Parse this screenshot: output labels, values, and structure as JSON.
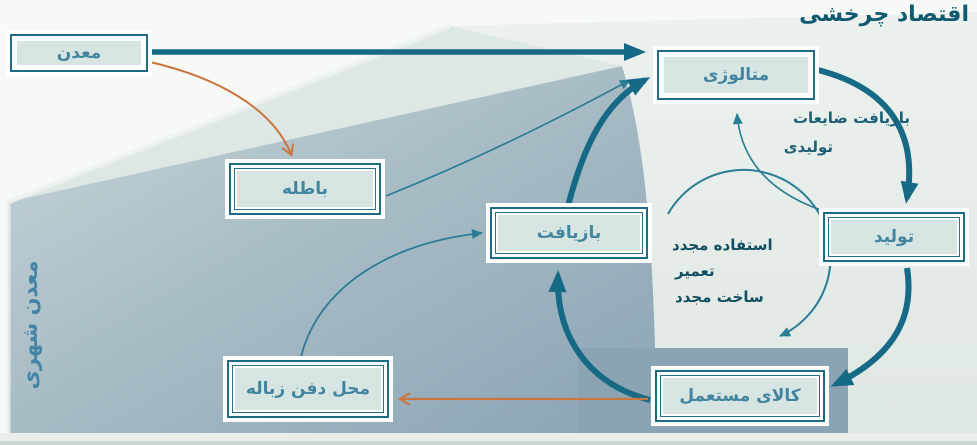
{
  "title": "اقتصاد چرخشی",
  "side_label": "معدن شهری",
  "nodes": {
    "mine": "معدن",
    "tailings": "باطله",
    "metallurgy": "متالوژی",
    "recycling": "بازیافت",
    "production": "تولید",
    "used_goods": "کالای مستعمل",
    "landfill": "محل دفن زباله"
  },
  "annotations": {
    "scrap_line1": "بازیافت ضایعات",
    "scrap_line2": "تولیدی",
    "reuse_line1": "استفاده مجدد",
    "reuse_line2": "تعمیر",
    "reuse_line3": "ساخت مجدد"
  },
  "colors": {
    "title_text": "#0e5a70",
    "arrow_thick_teal": "#176a86",
    "arrow_thin_teal": "#2b7d97",
    "arrow_orange": "#c8763d",
    "box_border": "#1e6b84",
    "box_fill": "#d7e5e2",
    "box_text": "#4285a0",
    "platform_light": "#e9efec",
    "platform_medium": "#9fb5c2",
    "platform_dark": "#8ba4b4",
    "side_label_text": "#4484a6"
  }
}
